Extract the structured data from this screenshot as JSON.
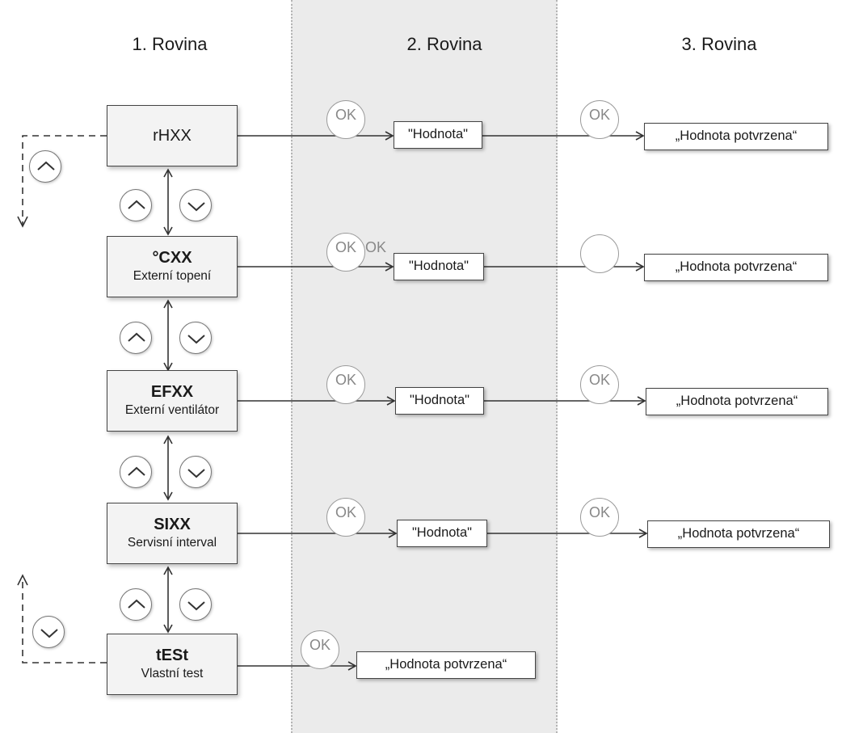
{
  "columns": [
    "1. Rovina",
    "2. Rovina",
    "3. Rovina"
  ],
  "menu": [
    {
      "code": "rHXX",
      "desc": ""
    },
    {
      "code": "°CXX",
      "desc": "Externí topení"
    },
    {
      "code": "EFXX",
      "desc": "Externí ventilátor"
    },
    {
      "code": "SIXX",
      "desc": "Servisní interval"
    },
    {
      "code": "tESt",
      "desc": "Vlastní test"
    }
  ],
  "ok_label": "OK",
  "ok_label_extra": "OK",
  "value_label": "\"Hodnota\"",
  "confirmed_label": "„Hodnota potvrzena“",
  "colors": {
    "band": "#ebebeb",
    "line": "#333333",
    "circle_text": "#888888"
  },
  "icons": [
    "chevron-up-icon",
    "chevron-down-icon",
    "arrow-right-icon"
  ]
}
